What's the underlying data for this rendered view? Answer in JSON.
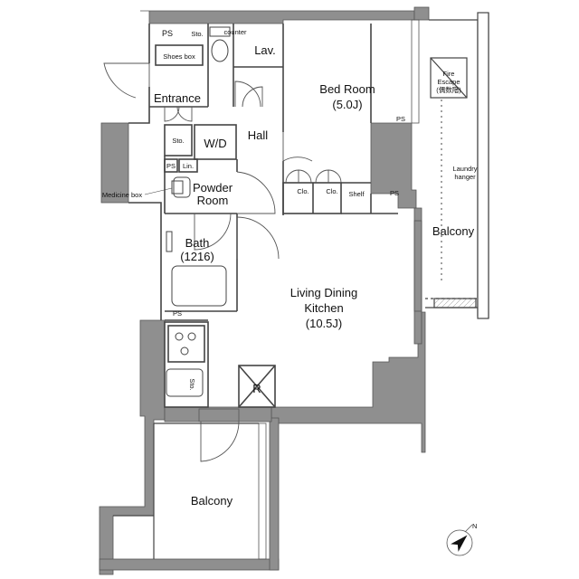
{
  "plan": {
    "rooms": {
      "bedroom_name": "Bed Room",
      "bedroom_size": "(5.0J)",
      "ldk_line1": "Living Dining",
      "ldk_line2": "Kitchen",
      "ldk_size": "(10.5J)",
      "bath_name": "Bath",
      "bath_size": "(1216)",
      "powder_line1": "Powder",
      "powder_line2": "Room",
      "entrance": "Entrance",
      "hall": "Hall",
      "lav": "Lav.",
      "balcony_east": "Balcony",
      "balcony_south": "Balcony"
    },
    "fixtures": {
      "ps": "PS",
      "sto": "Sto.",
      "counter": "counter",
      "shoes_box": "Shoes box",
      "wd": "W/D",
      "lin": "Lin.",
      "medicine_box": "Medicine box",
      "clo": "Clo.",
      "shelf": "Shelf",
      "laundry_line1": "Laundry",
      "laundry_line2": "hanger",
      "fire_line1": "Fire",
      "fire_line2": "Escape",
      "fire_line3": "(偶数階)",
      "refrigerator": "R"
    },
    "compass_label": "N"
  }
}
